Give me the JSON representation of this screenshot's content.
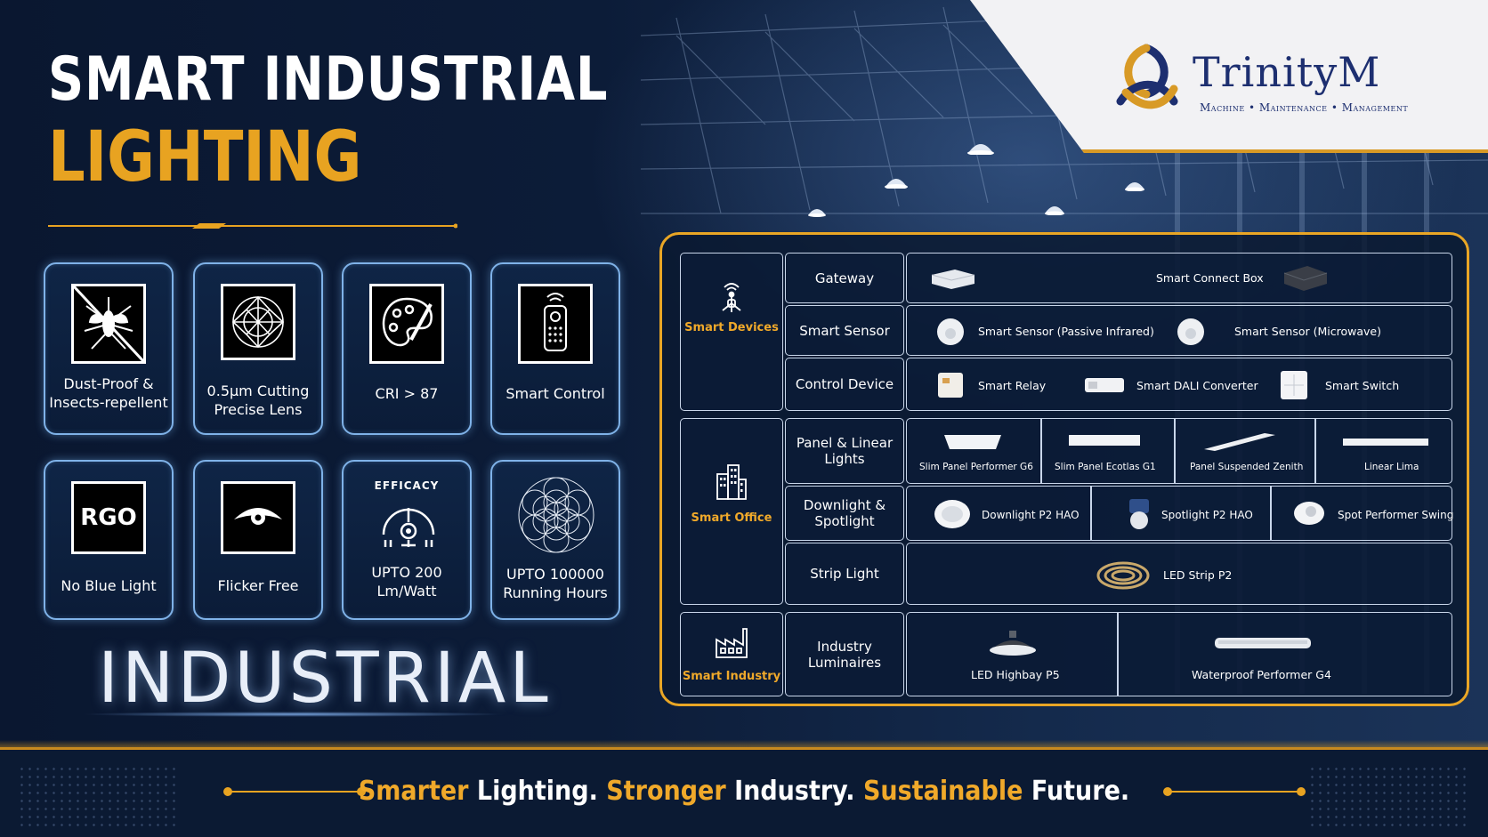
{
  "title": {
    "line1": "SMART INDUSTRIAL",
    "line2": "LIGHTING"
  },
  "brand": {
    "name": "TrinityM",
    "tagline": "Machine • Maintenance • Management"
  },
  "features": [
    {
      "label": "Dust-Proof & Insects-repellent",
      "icon": "mosquito-icon"
    },
    {
      "label": "0.5μm Cutting Precise Lens",
      "icon": "lens-icon"
    },
    {
      "label": "CRI > 87",
      "icon": "palette-icon"
    },
    {
      "label": "Smart Control",
      "icon": "remote-icon"
    },
    {
      "label": "No Blue Light",
      "icon": "rgo-icon",
      "icon_text": "RGO"
    },
    {
      "label": "Flicker Free",
      "icon": "eye-icon"
    },
    {
      "label": "UPTO 200 Lm/Watt",
      "icon": "efficacy-gauge-icon",
      "icon_text": "EFFICACY"
    },
    {
      "label": "UPTO 100000 Running Hours",
      "icon": "globe-pattern-icon"
    }
  ],
  "section_word": "INDUSTRIAL",
  "catalog": {
    "categories": [
      {
        "name": "Smart Devices",
        "icon": "wireless-hub-icon",
        "groups": [
          {
            "name": "Gateway",
            "items": [
              "Smart Connect Box"
            ]
          },
          {
            "name": "Smart Sensor",
            "items": [
              "Smart Sensor (Passive Infrared)",
              "Smart Sensor (Microwave)"
            ]
          },
          {
            "name": "Control Device",
            "items": [
              "Smart Relay",
              "Smart DALI Converter",
              "Smart Switch"
            ]
          }
        ]
      },
      {
        "name": "Smart Office",
        "icon": "office-building-icon",
        "groups": [
          {
            "name": "Panel & Linear Lights",
            "items": [
              "Slim Panel Performer G6",
              "Slim Panel Ecotlas G1",
              "Panel Suspended Zenith",
              "Linear Lima"
            ]
          },
          {
            "name": "Downlight & Spotlight",
            "items": [
              "Downlight P2 HAO",
              "Spotlight P2 HAO",
              "Spot Performer Swing"
            ]
          },
          {
            "name": "Strip Light",
            "items": [
              "LED Strip P2"
            ]
          }
        ]
      },
      {
        "name": "Smart Industry",
        "icon": "factory-icon",
        "groups": [
          {
            "name": "Industry Luminaires",
            "items": [
              "LED Highbay P5",
              "Waterproof Performer G4"
            ]
          }
        ]
      }
    ]
  },
  "footer": {
    "w1": "Smarter",
    "w2": " Lighting. ",
    "w3": "Stronger",
    "w4": " Industry. ",
    "w5": "Sustainable",
    "w6": " Future."
  },
  "colors": {
    "gold": "#e8a321",
    "navy": "#0b1a33",
    "brand_blue": "#1d2f70",
    "frame_blue": "#7fb2e8"
  }
}
